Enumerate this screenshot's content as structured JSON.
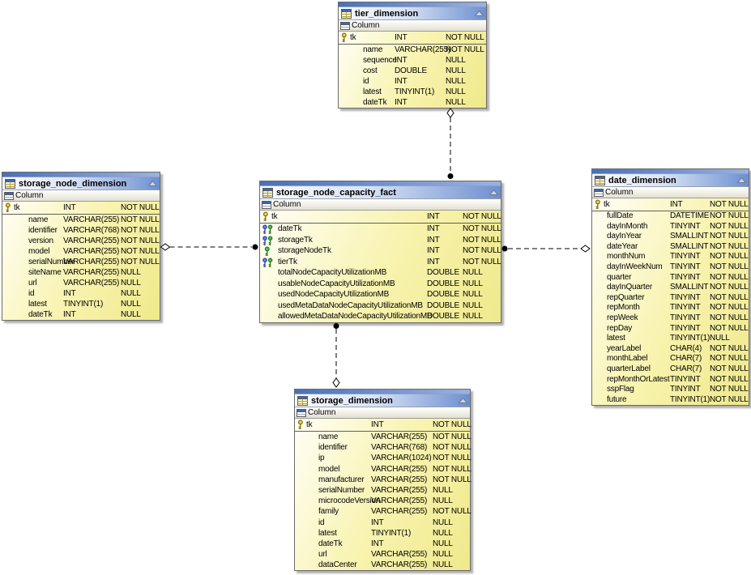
{
  "diagram": {
    "tool": "database-schema-diagram",
    "column_group_label": "Column",
    "colors": {
      "table_body_yellow": "#F3EE9C",
      "title_bar_blue": "#4A74C4",
      "primary_key_gold": "#C8A000",
      "foreign_key_blue": "#3B55C8",
      "foreign_key_green": "#2E9E2E"
    },
    "tables": [
      {
        "title": "tier_dimension",
        "column_header": "Column",
        "columns": [
          {
            "name": "tk",
            "type": "INT",
            "nullability": "NOT NULL",
            "key": "pk"
          },
          {
            "name": "name",
            "type": "VARCHAR(255)",
            "nullability": "NOT NULL"
          },
          {
            "name": "sequence",
            "type": "INT",
            "nullability": "NULL"
          },
          {
            "name": "cost",
            "type": "DOUBLE",
            "nullability": "NULL"
          },
          {
            "name": "id",
            "type": "INT",
            "nullability": "NULL"
          },
          {
            "name": "latest",
            "type": "TINYINT(1)",
            "nullability": "NULL"
          },
          {
            "name": "dateTk",
            "type": "INT",
            "nullability": "NULL"
          }
        ]
      },
      {
        "title": "storage_node_dimension",
        "column_header": "Column",
        "columns": [
          {
            "name": "tk",
            "type": "INT",
            "nullability": "NOT NULL",
            "key": "pk"
          },
          {
            "name": "name",
            "type": "VARCHAR(255)",
            "nullability": "NOT NULL"
          },
          {
            "name": "identifier",
            "type": "VARCHAR(768)",
            "nullability": "NOT NULL"
          },
          {
            "name": "version",
            "type": "VARCHAR(255)",
            "nullability": "NOT NULL"
          },
          {
            "name": "model",
            "type": "VARCHAR(255)",
            "nullability": "NOT NULL"
          },
          {
            "name": "serialNumber",
            "type": "VARCHAR(255)",
            "nullability": "NOT NULL"
          },
          {
            "name": "siteName",
            "type": "VARCHAR(255)",
            "nullability": "NULL"
          },
          {
            "name": "url",
            "type": "VARCHAR(255)",
            "nullability": "NULL"
          },
          {
            "name": "id",
            "type": "INT",
            "nullability": "NULL"
          },
          {
            "name": "latest",
            "type": "TINYINT(1)",
            "nullability": "NULL"
          },
          {
            "name": "dateTk",
            "type": "INT",
            "nullability": "NULL"
          }
        ]
      },
      {
        "title": "storage_node_capacity_fact",
        "column_header": "Column",
        "columns": [
          {
            "name": "tk",
            "type": "INT",
            "nullability": "NOT NULL",
            "key": "pk"
          },
          {
            "name": "dateTk",
            "type": "INT",
            "nullability": "NOT NULL",
            "key": "fk"
          },
          {
            "name": "storageTk",
            "type": "INT",
            "nullability": "NOT NULL",
            "key": "fk"
          },
          {
            "name": "storageNodeTk",
            "type": "INT",
            "nullability": "NOT NULL",
            "key": "fk_single"
          },
          {
            "name": "tierTk",
            "type": "INT",
            "nullability": "NOT NULL",
            "key": "fk"
          },
          {
            "name": "totalNodeCapacityUtilizationMB",
            "type": "DOUBLE",
            "nullability": "NULL"
          },
          {
            "name": "usableNodeCapacityUtilizationMB",
            "type": "DOUBLE",
            "nullability": "NULL"
          },
          {
            "name": "usedNodeCapacityUtilizationMB",
            "type": "DOUBLE",
            "nullability": "NULL"
          },
          {
            "name": "usedMetaDataNodeCapacityUtilizationMB",
            "type": "DOUBLE",
            "nullability": "NULL"
          },
          {
            "name": "allowedMetaDataNodeCapacityUtilizationMB",
            "type": "DOUBLE",
            "nullability": "NULL"
          }
        ]
      },
      {
        "title": "date_dimension",
        "column_header": "Column",
        "columns": [
          {
            "name": "tk",
            "type": "INT",
            "nullability": "NOT NULL",
            "key": "pk"
          },
          {
            "name": "fullDate",
            "type": "DATETIME",
            "nullability": "NOT NULL"
          },
          {
            "name": "dayInMonth",
            "type": "TINYINT",
            "nullability": "NOT NULL"
          },
          {
            "name": "dayInYear",
            "type": "SMALLINT",
            "nullability": "NOT NULL"
          },
          {
            "name": "dateYear",
            "type": "SMALLINT",
            "nullability": "NOT NULL"
          },
          {
            "name": "monthNum",
            "type": "TINYINT",
            "nullability": "NOT NULL"
          },
          {
            "name": "dayInWeekNum",
            "type": "TINYINT",
            "nullability": "NOT NULL"
          },
          {
            "name": "quarter",
            "type": "TINYINT",
            "nullability": "NOT NULL"
          },
          {
            "name": "dayInQuarter",
            "type": "SMALLINT",
            "nullability": "NOT NULL"
          },
          {
            "name": "repQuarter",
            "type": "TINYINT",
            "nullability": "NOT NULL"
          },
          {
            "name": "repMonth",
            "type": "TINYINT",
            "nullability": "NOT NULL"
          },
          {
            "name": "repWeek",
            "type": "TINYINT",
            "nullability": "NOT NULL"
          },
          {
            "name": "repDay",
            "type": "TINYINT",
            "nullability": "NOT NULL"
          },
          {
            "name": "latest",
            "type": "TINYINT(1)",
            "nullability": "NULL"
          },
          {
            "name": "yearLabel",
            "type": "CHAR(4)",
            "nullability": "NOT NULL"
          },
          {
            "name": "monthLabel",
            "type": "CHAR(7)",
            "nullability": "NOT NULL"
          },
          {
            "name": "quarterLabel",
            "type": "CHAR(7)",
            "nullability": "NOT NULL"
          },
          {
            "name": "repMonthOrLatest",
            "type": "TINYINT",
            "nullability": "NOT NULL"
          },
          {
            "name": "sspFlag",
            "type": "TINYINT",
            "nullability": "NOT NULL"
          },
          {
            "name": "future",
            "type": "TINYINT(1)",
            "nullability": "NOT NULL"
          }
        ]
      },
      {
        "title": "storage_dimension",
        "column_header": "Column",
        "columns": [
          {
            "name": "tk",
            "type": "INT",
            "nullability": "NOT NULL",
            "key": "pk"
          },
          {
            "name": "name",
            "type": "VARCHAR(255)",
            "nullability": "NOT NULL"
          },
          {
            "name": "identifier",
            "type": "VARCHAR(768)",
            "nullability": "NOT NULL"
          },
          {
            "name": "ip",
            "type": "VARCHAR(1024)",
            "nullability": "NOT NULL"
          },
          {
            "name": "model",
            "type": "VARCHAR(255)",
            "nullability": "NOT NULL"
          },
          {
            "name": "manufacturer",
            "type": "VARCHAR(255)",
            "nullability": "NOT NULL"
          },
          {
            "name": "serialNumber",
            "type": "VARCHAR(255)",
            "nullability": "NULL"
          },
          {
            "name": "microcodeVersion",
            "type": "VARCHAR(255)",
            "nullability": "NULL"
          },
          {
            "name": "family",
            "type": "VARCHAR(255)",
            "nullability": "NOT NULL"
          },
          {
            "name": "id",
            "type": "INT",
            "nullability": "NULL"
          },
          {
            "name": "latest",
            "type": "TINYINT(1)",
            "nullability": "NULL"
          },
          {
            "name": "dateTk",
            "type": "INT",
            "nullability": "NULL"
          },
          {
            "name": "url",
            "type": "VARCHAR(255)",
            "nullability": "NULL"
          },
          {
            "name": "dataCenter",
            "type": "VARCHAR(255)",
            "nullability": "NULL"
          }
        ]
      }
    ],
    "relationships": [
      {
        "from": "storage_node_capacity_fact",
        "to": "tier_dimension",
        "fact_end": "filled-dot",
        "dimension_end": "open-diamond",
        "line_style": "dashed"
      },
      {
        "from": "storage_node_capacity_fact",
        "to": "storage_node_dimension",
        "fact_end": "filled-dot",
        "dimension_end": "open-diamond",
        "line_style": "dashed"
      },
      {
        "from": "storage_node_capacity_fact",
        "to": "date_dimension",
        "fact_end": "filled-dot",
        "dimension_end": "open-diamond",
        "line_style": "dashed"
      },
      {
        "from": "storage_node_capacity_fact",
        "to": "storage_dimension",
        "fact_end": "filled-dot",
        "dimension_end": "open-diamond",
        "line_style": "dashed"
      }
    ]
  }
}
